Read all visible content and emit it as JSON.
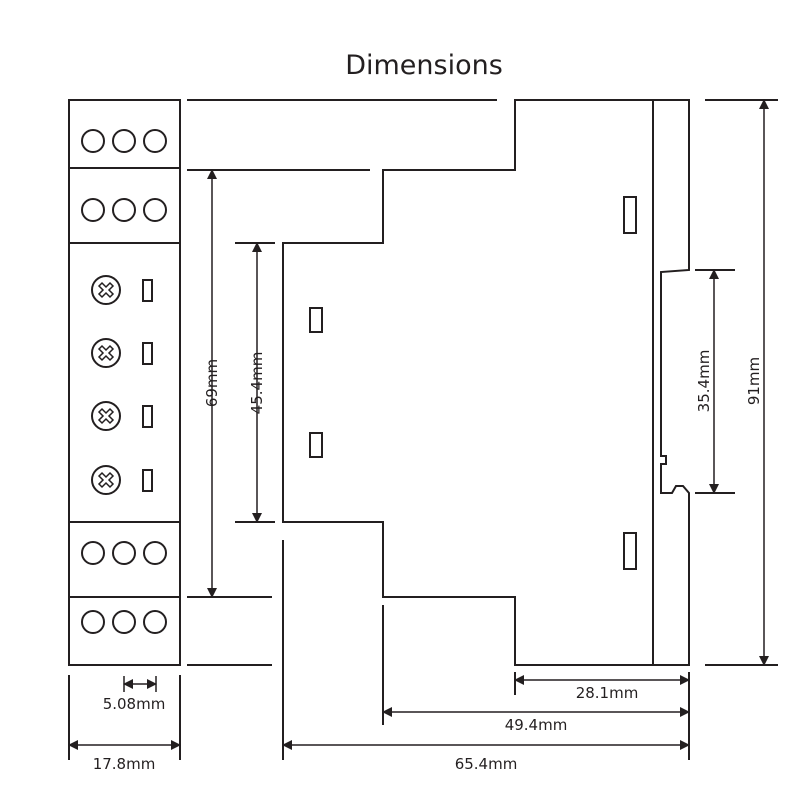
{
  "title": "Dimensions",
  "dimensions": {
    "front_width": "17.8mm",
    "terminal_pitch": "5.08mm",
    "terminal_height": "69mm",
    "front_panel_height": "45.4mm",
    "total_height": "91mm",
    "din_rail_height": "35.4mm",
    "depth_rear": "28.1mm",
    "depth_middle": "49.4mm",
    "depth_total": "65.4mm"
  },
  "colors": {
    "line": "#231f20",
    "background": "#ffffff"
  }
}
